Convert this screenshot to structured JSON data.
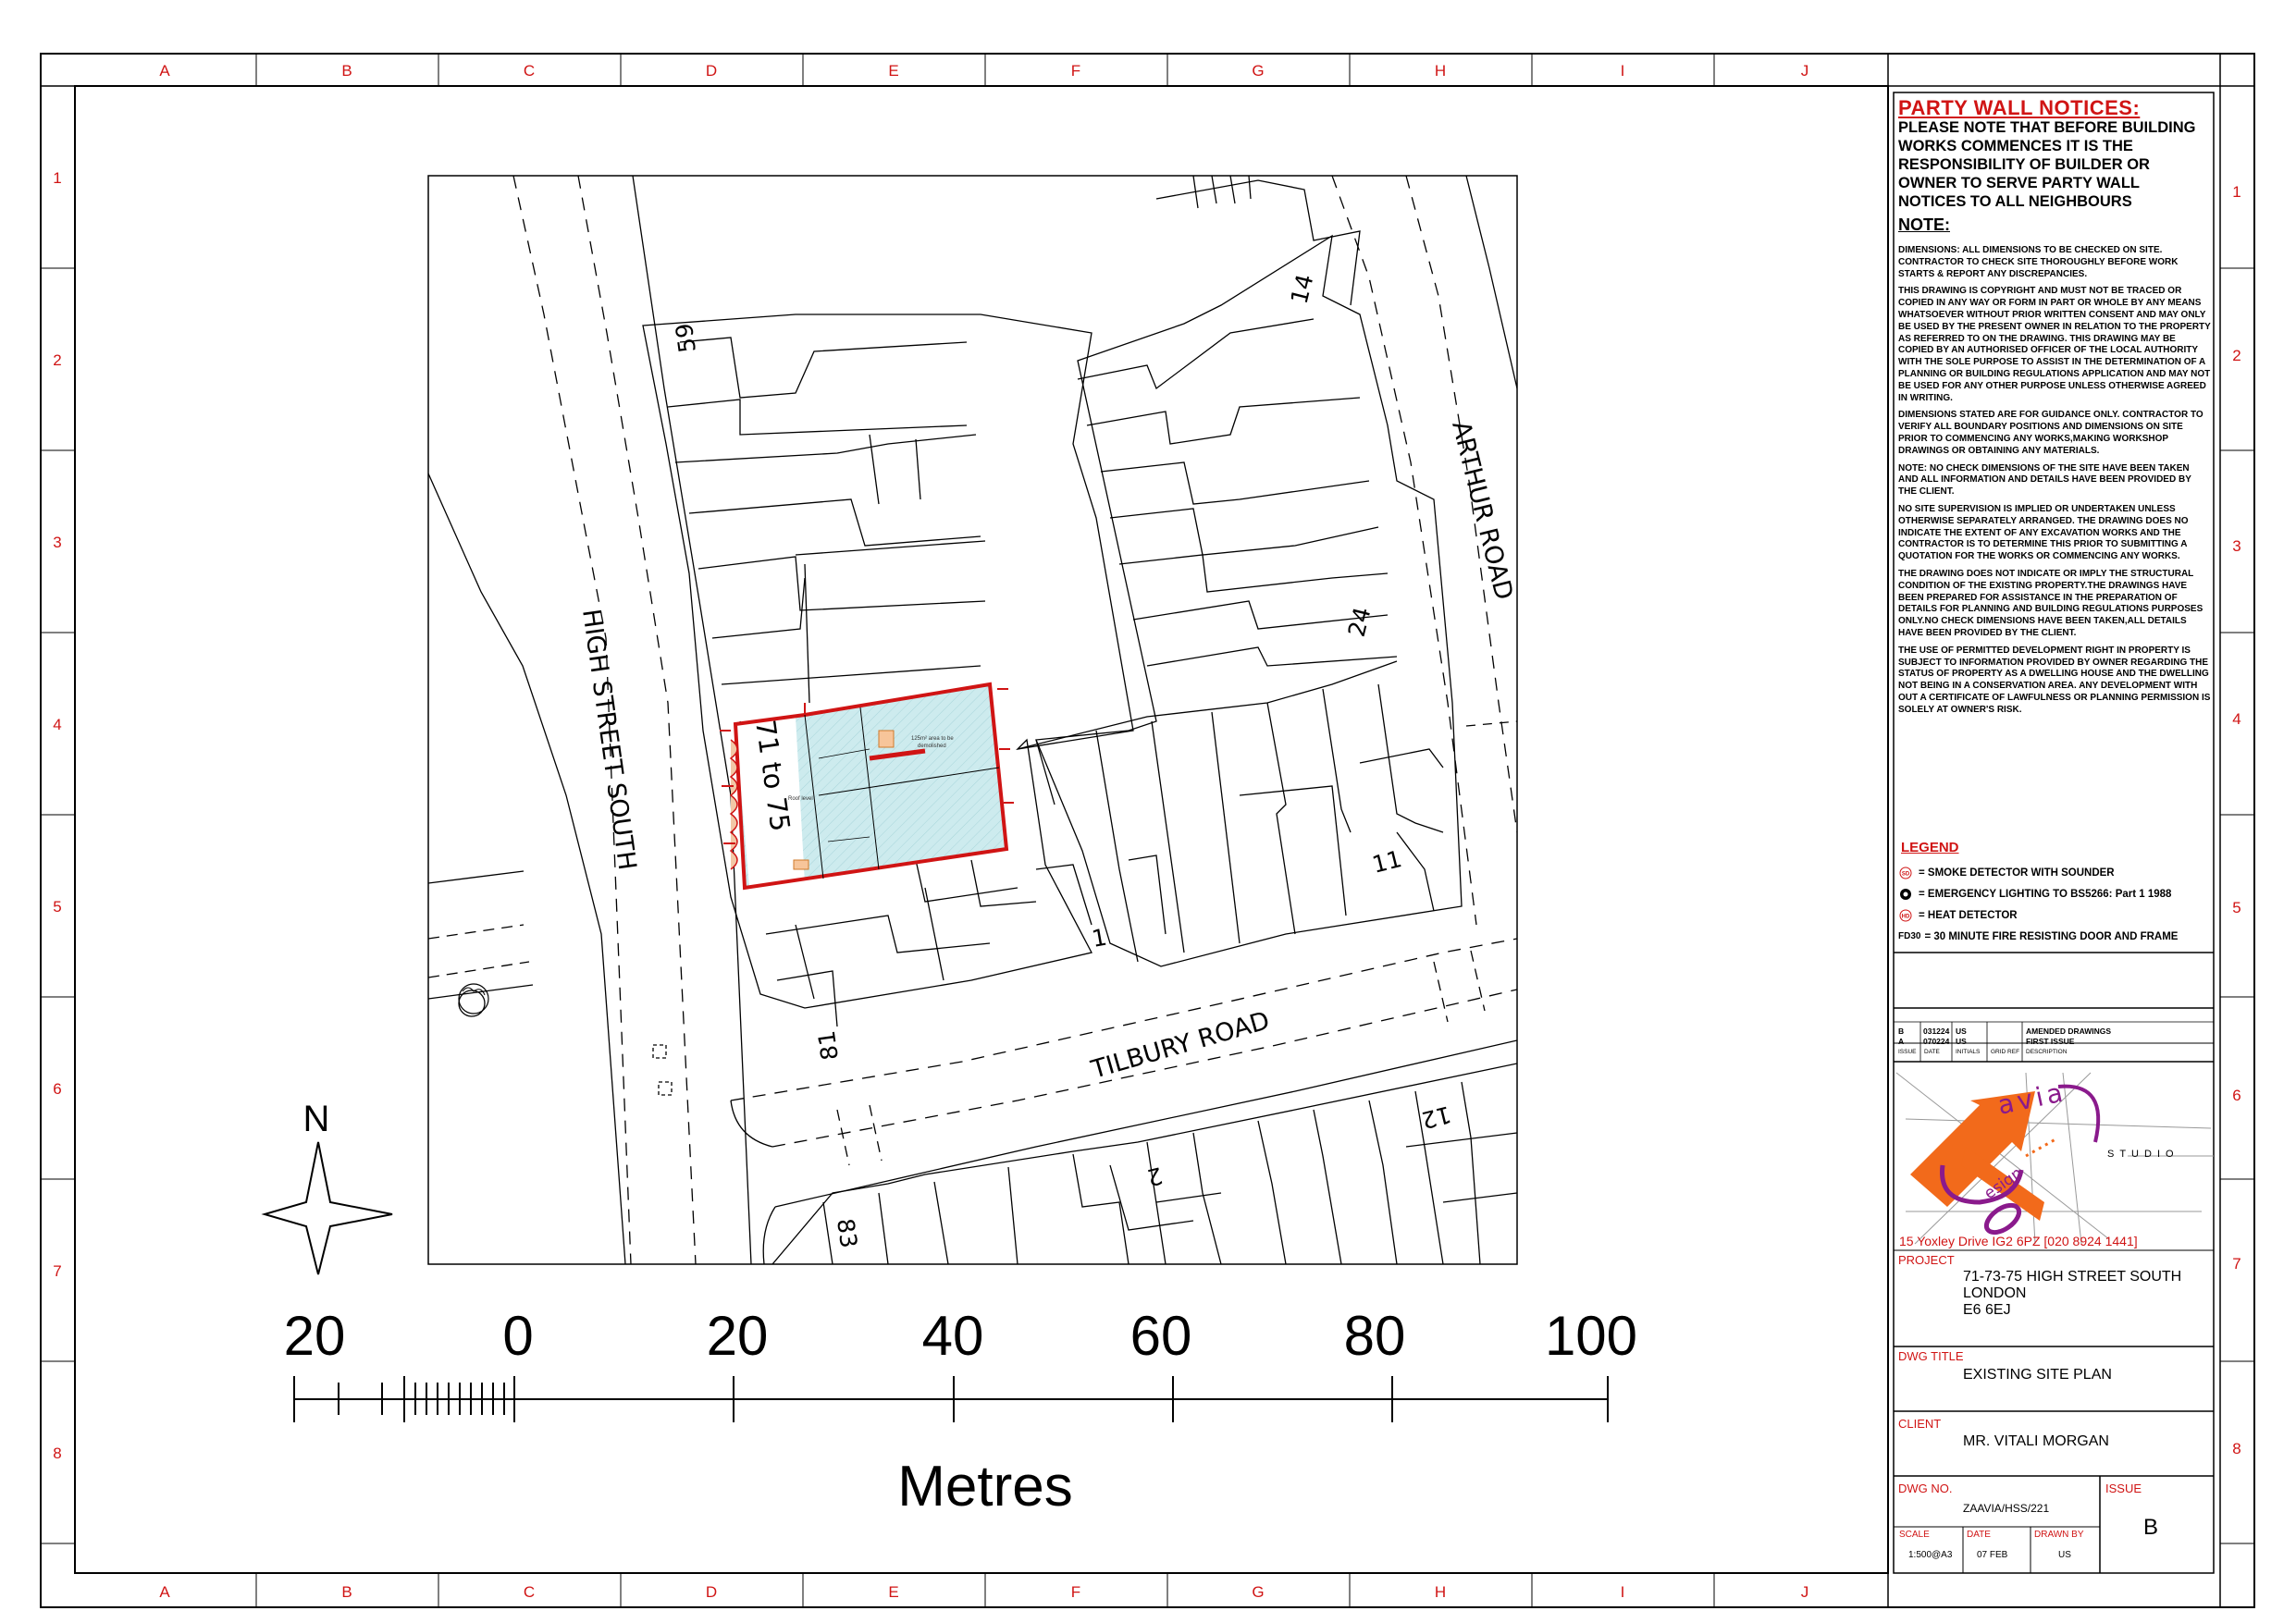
{
  "grid": {
    "columns": [
      "A",
      "B",
      "C",
      "D",
      "E",
      "F",
      "G",
      "H",
      "I",
      "J"
    ],
    "rows": [
      "1",
      "2",
      "3",
      "4",
      "5",
      "6",
      "7",
      "8"
    ]
  },
  "map": {
    "north": "N",
    "streets": {
      "high_street": "HIGH STREET SOUTH",
      "arthur_road": "ARTHUR ROAD",
      "tilbury_road": "TILBURY ROAD"
    },
    "house_numbers": {
      "n59": "59",
      "n14": "14",
      "n24": "24",
      "n11": "11",
      "n1": "1",
      "n81": "81",
      "n12": "12",
      "n2": "2",
      "n83": "83"
    },
    "site_label": "71 to 75"
  },
  "scale_bar": {
    "labels": [
      "20",
      "0",
      "20",
      "40",
      "60",
      "80",
      "100"
    ],
    "unit": "Metres"
  },
  "panel": {
    "party_wall_title": "PARTY WALL NOTICES:",
    "party_wall_body": "PLEASE NOTE THAT BEFORE BUILDING WORKS COMMENCES IT IS THE RESPONSIBILITY OF BUILDER OR OWNER TO SERVE PARTY WALL NOTICES TO ALL NEIGHBOURS",
    "note_title": "NOTE:",
    "notes": [
      "DIMENSIONS: ALL DIMENSIONS TO BE CHECKED ON SITE. CONTRACTOR TO CHECK SITE THOROUGHLY BEFORE WORK STARTS & REPORT ANY DISCREPANCIES.",
      "THIS DRAWING IS COPYRIGHT AND MUST NOT BE TRACED OR COPIED IN ANY WAY OR FORM IN PART OR WHOLE BY ANY MEANS WHATSOEVER WITHOUT PRIOR WRITTEN CONSENT AND MAY ONLY BE USED BY THE PRESENT OWNER IN RELATION TO THE PROPERTY AS REFERRED TO ON THE DRAWING. THIS DRAWING MAY BE COPIED BY AN AUTHORISED OFFICER OF THE LOCAL AUTHORITY WITH THE SOLE PURPOSE TO ASSIST IN THE DETERMINATION OF A PLANNING OR BUILDING REGULATIONS APPLICATION AND MAY NOT BE USED FOR ANY OTHER PURPOSE UNLESS OTHERWISE AGREED IN WRITING.",
      "DIMENSIONS STATED ARE FOR GUIDANCE ONLY. CONTRACTOR TO VERIFY ALL BOUNDARY POSITIONS AND DIMENSIONS ON SITE PRIOR TO COMMENCING ANY WORKS,MAKING WORKSHOP DRAWINGS OR OBTAINING ANY MATERIALS.",
      "NOTE: NO CHECK DIMENSIONS OF THE SITE HAVE BEEN TAKEN AND ALL INFORMATION AND DETAILS HAVE BEEN PROVIDED BY THE CLIENT.",
      "NO SITE SUPERVISION IS IMPLIED OR UNDERTAKEN UNLESS OTHERWISE SEPARATELY ARRANGED. THE DRAWING DOES NO INDICATE THE EXTENT OF ANY EXCAVATION WORKS AND THE CONTRACTOR IS TO DETERMINE THIS PRIOR TO SUBMITTING A QUOTATION FOR THE WORKS OR COMMENCING ANY WORKS.",
      "THE DRAWING DOES NOT INDICATE OR IMPLY THE STRUCTURAL CONDITION OF THE EXISTING PROPERTY.THE DRAWINGS HAVE BEEN PREPARED FOR ASSISTANCE IN THE PREPARATION OF DETAILS FOR PLANNING AND BUILDING REGULATIONS PURPOSES ONLY.NO CHECK DIMENSIONS HAVE BEEN TAKEN,ALL DETAILS HAVE BEEN PROVIDED BY THE CLIENT.",
      "THE USE OF PERMITTED DEVELOPMENT RIGHT IN PROPERTY IS SUBJECT TO INFORMATION PROVIDED BY OWNER REGARDING THE STATUS OF PROPERTY AS A DWELLING HOUSE AND THE DWELLING NOT BEING IN A CONSERVATION AREA. ANY DEVELOPMENT WITH OUT A CERTIFICATE OF LAWFULNESS OR PLANNING PERMISSION IS SOLELY AT OWNER'S RISK."
    ],
    "legend_title": "LEGEND",
    "legend": [
      {
        "symbol": "SD",
        "text": "= SMOKE DETECTOR WITH SOUNDER"
      },
      {
        "symbol": "",
        "text": "= EMERGENCY LIGHTING TO BS5266: Part 1 1988"
      },
      {
        "symbol": "HD",
        "text": "= HEAT DETECTOR"
      },
      {
        "symbol": "FD30",
        "text": "= 30 MINUTE FIRE RESISTING DOOR AND FRAME"
      }
    ],
    "revisions": [
      {
        "issue": "B",
        "date": "031224",
        "initials": "US",
        "desc": "AMENDED DRAWINGS"
      },
      {
        "issue": "A",
        "date": "070224",
        "initials": "US",
        "desc": "FIRST ISSUE"
      }
    ],
    "revision_headers": [
      "ISSUE",
      "DATE",
      "INITIALS",
      "GRID REF",
      "DESCRIPTION"
    ],
    "logo": {
      "letters_avia": "avia",
      "letters_esign": "esign",
      "studio": "STUDIO"
    },
    "address": "15 Yoxley Drive IG2 6PZ [020 8924 1441]",
    "project_label": "PROJECT",
    "project_lines": [
      "71-73-75 HIGH STREET SOUTH",
      "LONDON",
      "E6 6EJ"
    ],
    "dwg_title_label": "DWG TITLE",
    "dwg_title": "EXISTING SITE PLAN",
    "client_label": "CLIENT",
    "client": "MR. VITALI MORGAN",
    "dwg_no_label": "DWG NO.",
    "dwg_no": "ZAAVIA/HSS/221",
    "issue_label": "ISSUE",
    "issue": "B",
    "scale_label": "SCALE",
    "scale": "1:500@A3",
    "date_label": "DATE",
    "date": "07 FEB",
    "drawn_by_label": "DRAWN BY",
    "drawn_by": "US"
  },
  "colors": {
    "border": "#000000",
    "grid_text": "#d01414",
    "site_boundary": "#d01414",
    "site_fill": "#cdebee",
    "logo_orange": "#f26a1b",
    "logo_purple": "#8a1a8c"
  }
}
